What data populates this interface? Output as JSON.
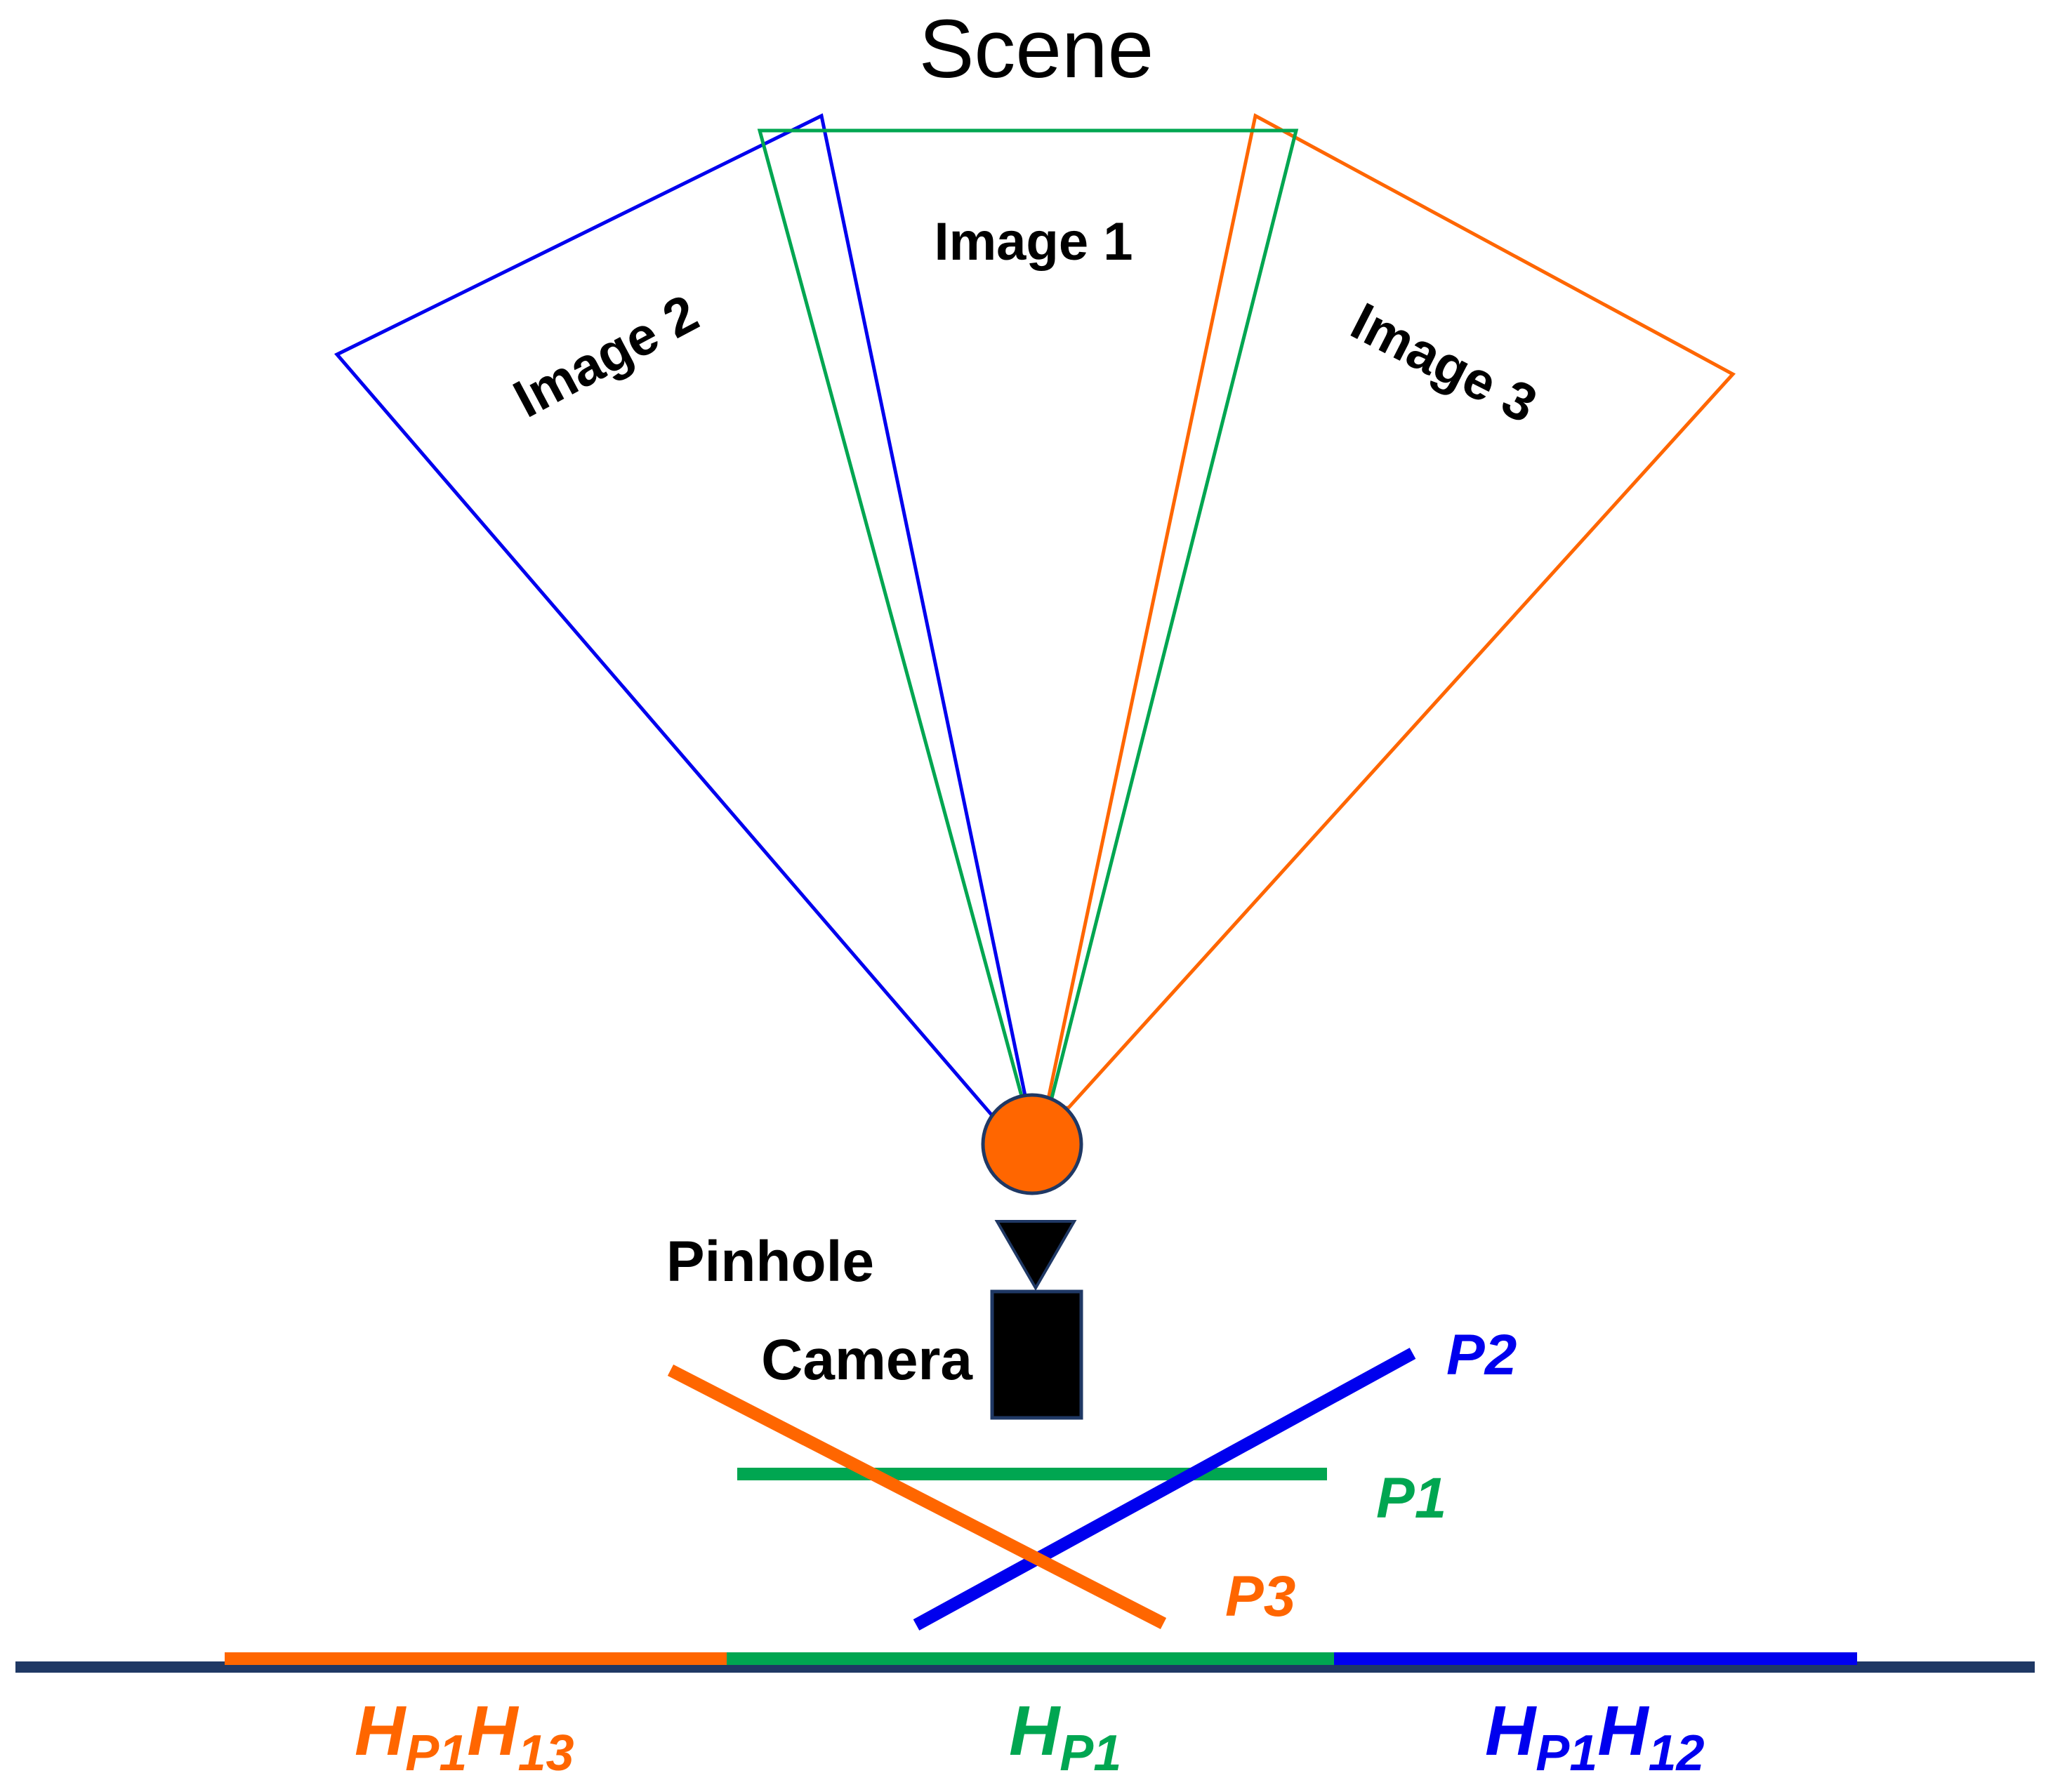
{
  "title": "Scene",
  "images": {
    "image1": "Image 1",
    "image2": "Image 2",
    "image3": "Image 3"
  },
  "camera": {
    "line1": "Pinhole",
    "line2": "Camera"
  },
  "planes": {
    "p1": "P1",
    "p2": "P2",
    "p3": "P3"
  },
  "homographies": {
    "left": {
      "main": "H",
      "sub1": "P1",
      "main2": "H",
      "sub2": "13"
    },
    "center": {
      "main": "H",
      "sub1": "P1"
    },
    "right": {
      "main": "H",
      "sub1": "P1",
      "main2": "H",
      "sub2": "12"
    }
  },
  "colors": {
    "image1": "#00a651",
    "image2": "#0000ee",
    "image3": "#ff6600",
    "pinhole": "#ff6600",
    "pinhole_outline": "#1f3864",
    "camera_body": "#000000",
    "baseline": "#1f3864"
  }
}
